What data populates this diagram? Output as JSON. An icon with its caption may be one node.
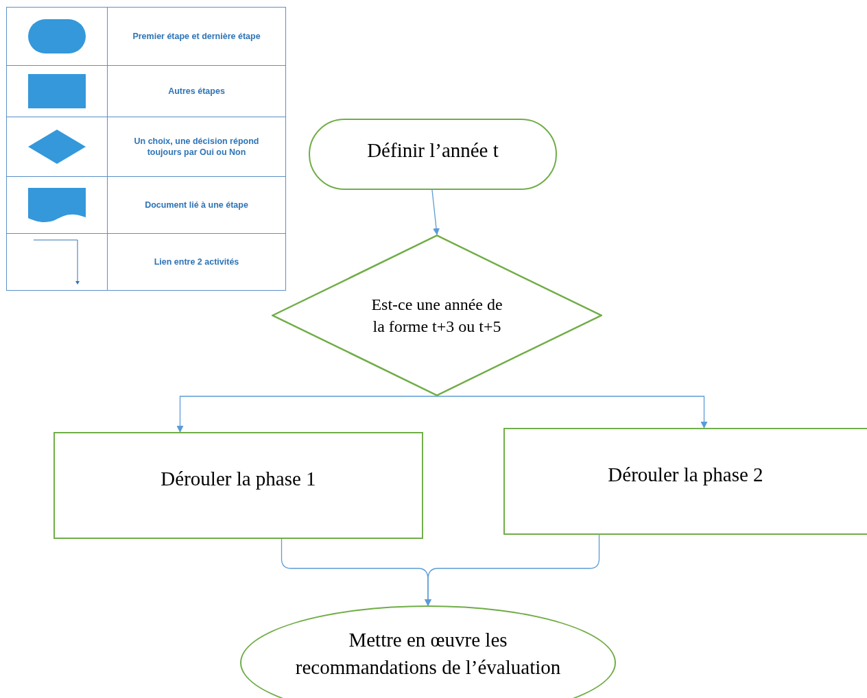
{
  "diagram": {
    "nodes": [
      {
        "text": [
          "Définir l’année t"
        ]
      },
      {
        "text": [
          "Est-ce une année de la forme t+3 ou t+5"
        ]
      },
      {
        "text": [
          "Dérouler la phase 1"
        ]
      },
      {
        "text": [
          "Dérouler la phase 2"
        ]
      },
      {
        "text": [
          "Mettre en œuvre les recommandations de l’évaluation"
        ]
      }
    ],
    "edges": [
      {
        "from": 0,
        "to": 1,
        "arrow": "to"
      },
      {
        "from": 1,
        "to": 2,
        "arrow": "to"
      },
      {
        "from": 1,
        "to": 3,
        "arrow": "to"
      },
      {
        "from": 2,
        "to": 4,
        "arrow": "to"
      },
      {
        "from": 3,
        "to": 4,
        "arrow": "to"
      }
    ],
    "legend": [
      {
        "text": "Premier étape et dernière étape"
      },
      {
        "text": "Autres étapes"
      },
      {
        "text": "Un choix, une décision répond toujours par Oui ou Non"
      },
      {
        "text": "Document lié à une étape"
      },
      {
        "text": "Lien entre 2 activités"
      }
    ]
  }
}
